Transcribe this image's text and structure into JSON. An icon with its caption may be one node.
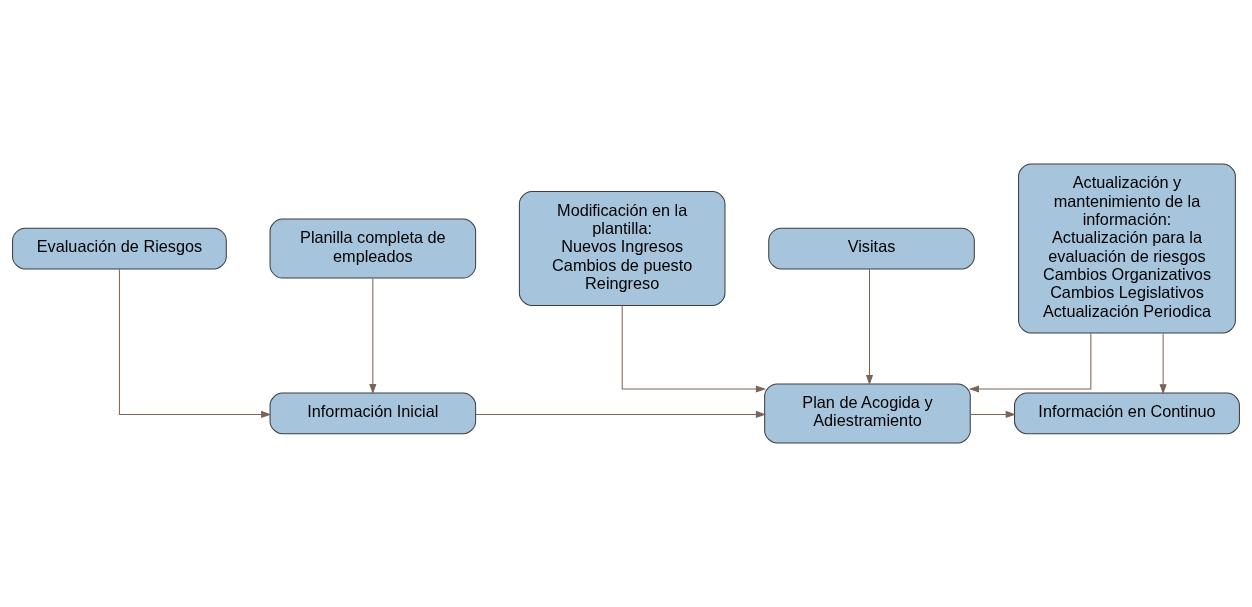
{
  "diagram": {
    "nodes": [
      {
        "text": [
          "Evaluación de Riesgos"
        ]
      },
      {
        "text": [
          "Modificación en la plantilla:",
          "Nuevos Ingresos",
          "Cambios de puesto",
          "Reingreso"
        ]
      },
      {
        "text": [
          "Actualización y mantenimiento de la información:",
          "Actualización para la evaluación de riesgos",
          "Cambios Organizativos",
          "Cambios Legislativos",
          "Actualización Periodica"
        ]
      },
      {
        "text": [
          "Información Inicial"
        ]
      },
      {
        "text": [
          "Plan de Acogida y Adiestramiento"
        ]
      },
      {
        "text": [
          "Información en Continuo"
        ]
      },
      {
        "text": [
          "Planilla completa de empleados"
        ]
      },
      {
        "text": [
          "Visitas"
        ]
      }
    ],
    "edges": [
      {
        "from": 0,
        "to": 3,
        "arrow": "to"
      },
      {
        "from": 1,
        "to": 4,
        "arrow": "to"
      },
      {
        "from": 2,
        "to": 4,
        "arrow": "to"
      },
      {
        "from": 2,
        "to": 5,
        "arrow": "to"
      },
      {
        "from": 3,
        "to": 4,
        "arrow": "to"
      },
      {
        "from": 4,
        "to": 5,
        "arrow": "to"
      },
      {
        "from": 6,
        "to": 3,
        "arrow": "to"
      },
      {
        "from": 7,
        "to": 4,
        "arrow": "to"
      }
    ]
  }
}
